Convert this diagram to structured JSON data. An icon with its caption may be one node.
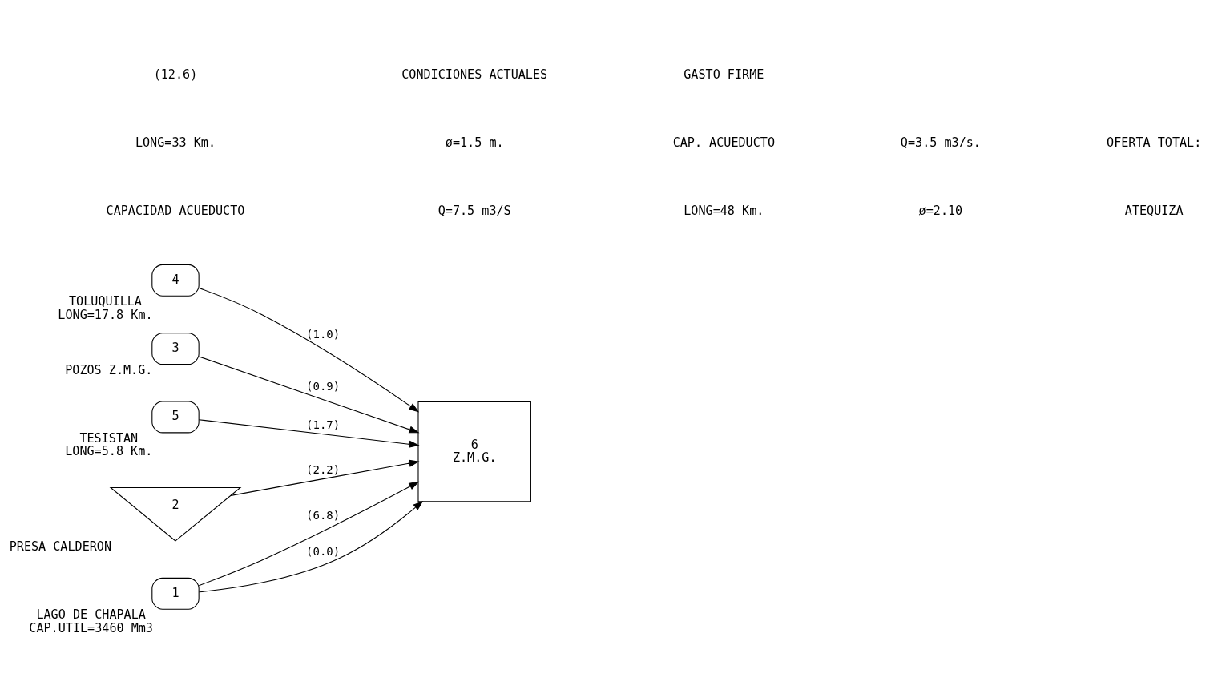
{
  "diagram": {
    "nodes": [
      {
        "text": [
          "4"
        ],
        "beside": [
          "TOLUQUILLA",
          "LONG=17.8 Km."
        ]
      },
      {
        "text": [
          "3"
        ],
        "beside": [
          "POZOS Z.M.G."
        ]
      },
      {
        "text": [
          "5"
        ],
        "beside": [
          "TESISTAN",
          "LONG=5.8 Km."
        ]
      },
      {
        "text": [
          "6",
          "Z.M.G."
        ]
      },
      {
        "text": [
          "2"
        ],
        "beside": [
          "PRESA CALDERON"
        ]
      },
      {
        "text": [
          "1"
        ],
        "beside": [
          "LAGO DE CHAPALA",
          "CAP.UTIL=3460 Mm3"
        ]
      }
    ],
    "edges": [
      {
        "from": 0,
        "to": 3,
        "arrow": "to",
        "label": "(1.0)"
      },
      {
        "from": 1,
        "to": 3,
        "arrow": "to",
        "label": "(0.9)"
      },
      {
        "from": 2,
        "to": 3,
        "arrow": "to",
        "label": "(1.7)"
      },
      {
        "from": 4,
        "to": 3,
        "arrow": "to",
        "label": "(2.2)"
      },
      {
        "from": 5,
        "to": 3,
        "arrow": "to",
        "label": "(6.8)"
      },
      {
        "from": 5,
        "to": 3,
        "arrow": "to",
        "label": "(0.0)"
      }
    ],
    "labels": [
      "CAPACIDAD ACUEDUCTO",
      "Q=7.5 m3/S",
      "LONG=48 Km.",
      "ø=2.10",
      "ATEQUIZA",
      "LONG=33 Km.",
      "ø=1.5 m.",
      "CAP. ACUEDUCTO",
      "Q=3.5 m3/s.",
      "OFERTA TOTAL:",
      "(12.6)",
      "CONDICIONES ACTUALES",
      "GASTO FIRME"
    ]
  }
}
